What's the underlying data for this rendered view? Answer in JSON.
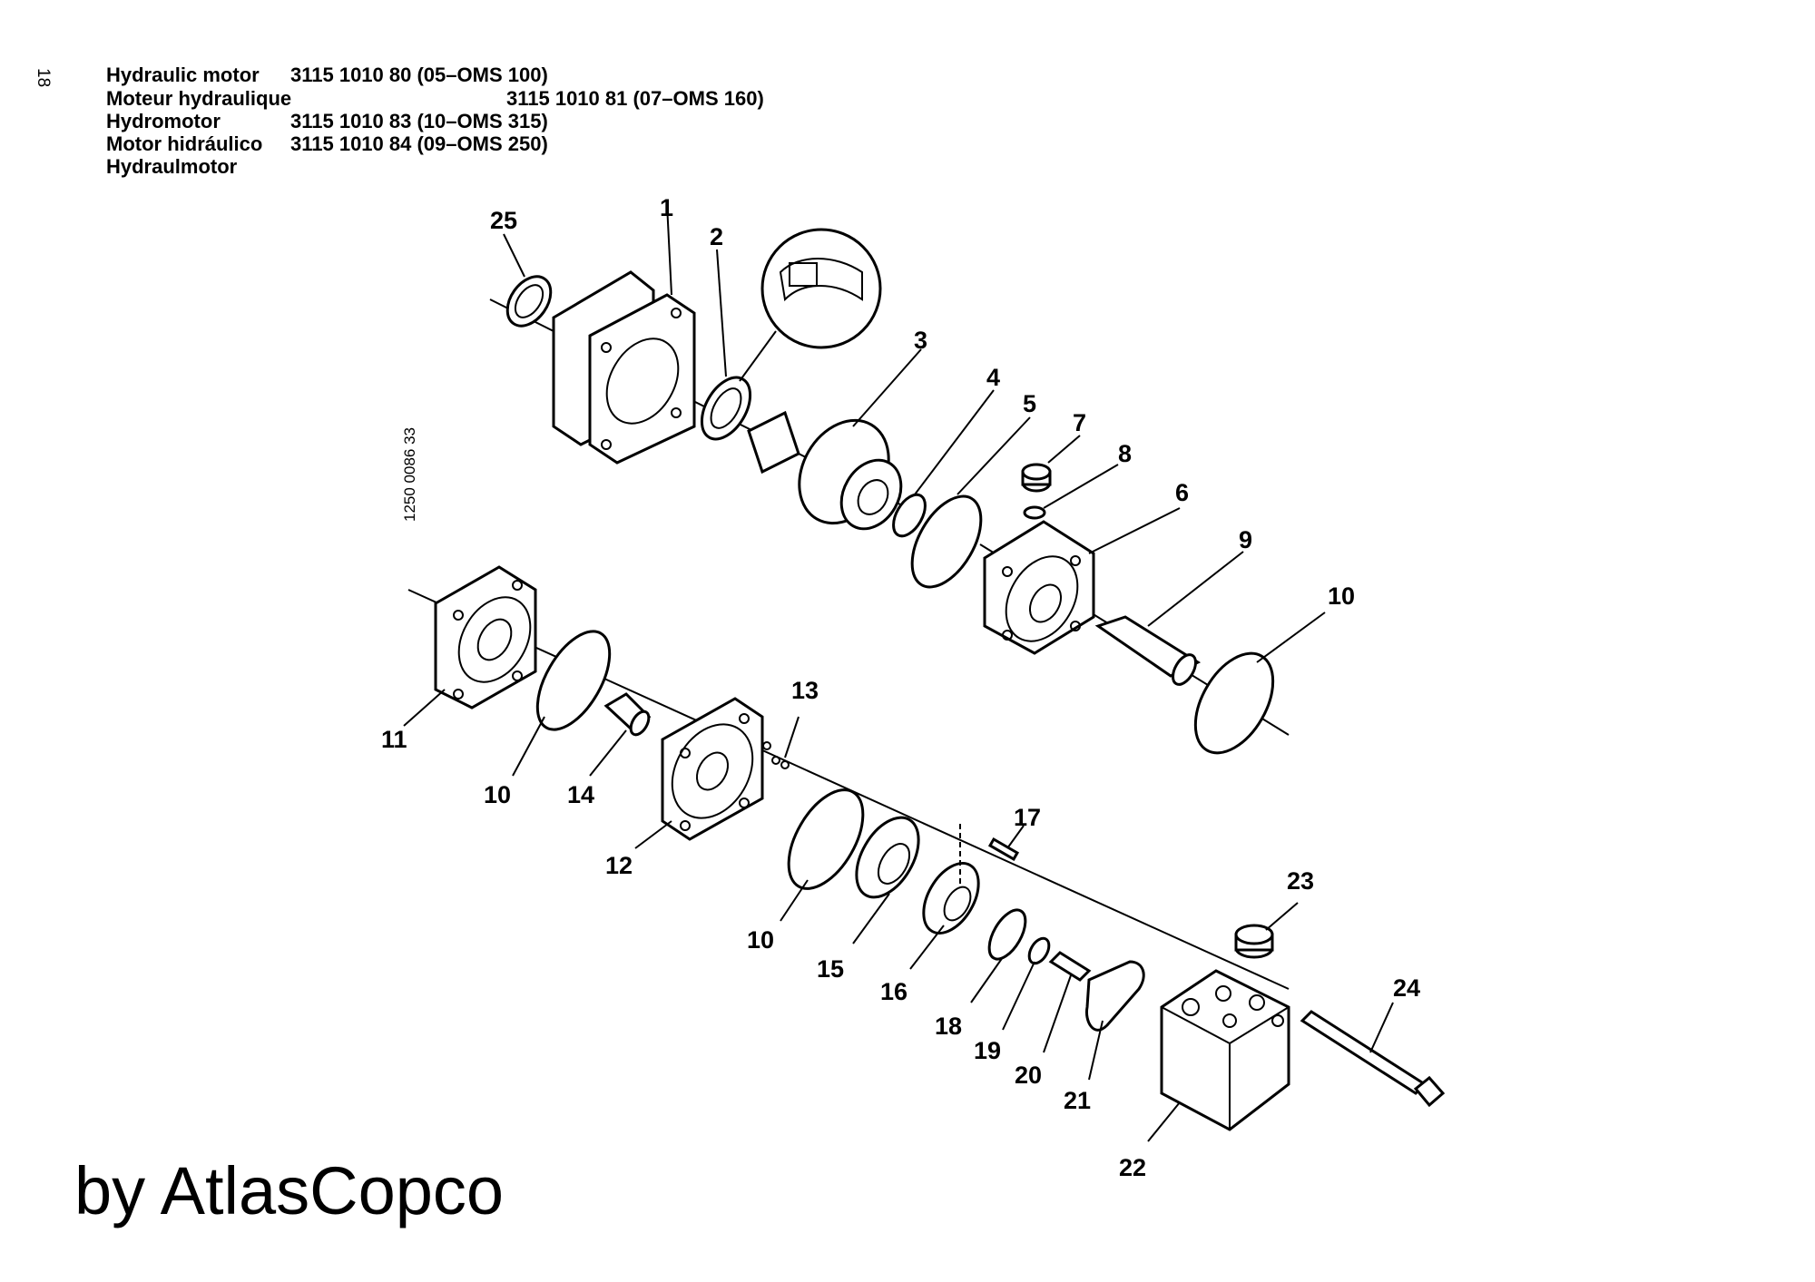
{
  "page_number": "18",
  "header": {
    "rows": [
      {
        "name": "Hydraulic motor",
        "number": "3115 1010 80 (05–OMS 100)"
      },
      {
        "name": "Moteur hydraulique",
        "number": "3115 1010 81 (07–OMS 160)"
      },
      {
        "name": "Hydromotor",
        "number": "3115 1010 83 (10–OMS 315)"
      },
      {
        "name": "Motor hidráulico",
        "number": "3115 1010 84 (09–OMS 250)"
      },
      {
        "name": "Hydraulmotor",
        "number": ""
      }
    ]
  },
  "drawing_code": "1250 0086 33",
  "callouts": [
    "25",
    "1",
    "2",
    "3",
    "4",
    "5",
    "7",
    "8",
    "6",
    "9",
    "10",
    "11",
    "10",
    "14",
    "13",
    "12",
    "17",
    "10",
    "15",
    "16",
    "23",
    "18",
    "19",
    "20",
    "21",
    "24",
    "22"
  ],
  "footer": "by AtlasCopco"
}
